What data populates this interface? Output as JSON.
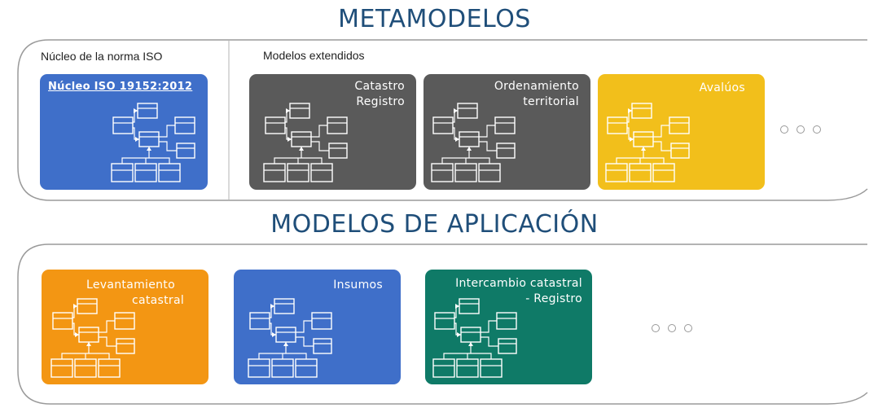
{
  "meta": {
    "title": "METAMODELOS",
    "iso_group_label": "Núcleo de la norma ISO",
    "extended_group_label": "Modelos extendidos",
    "cards": [
      {
        "id": "iso",
        "label": "Núcleo ISO 19152:2012",
        "color": "#3f6fc9"
      },
      {
        "id": "catastro",
        "label_lines": [
          "Catastro",
          "Registro"
        ],
        "color": "#5a5a5a"
      },
      {
        "id": "ordenamiento",
        "label_lines": [
          "Ordenamiento",
          "territorial"
        ],
        "color": "#5a5a5a"
      },
      {
        "id": "avaluos",
        "label": "Avalúos",
        "color": "#f2bf1b"
      }
    ]
  },
  "app": {
    "title": "MODELOS DE APLICACIÓN",
    "cards": [
      {
        "id": "levantamiento",
        "label_lines": [
          "Levantamiento",
          "catastral"
        ],
        "color": "#f39613"
      },
      {
        "id": "insumos",
        "label": "Insumos",
        "color": "#3f6fc9"
      },
      {
        "id": "intercambio",
        "label_lines": [
          "Intercambio catastral",
          "- Registro"
        ],
        "color": "#0f7a67"
      }
    ]
  }
}
